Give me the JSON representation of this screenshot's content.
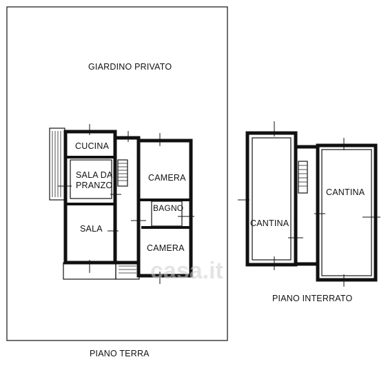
{
  "ground_floor": {
    "garden_label": "GIARDINO PRIVATO",
    "floor_label": "PIANO TERRA",
    "rooms": {
      "kitchen": "CUCINA",
      "dining_line1": "SALA DA",
      "dining_line2": "PRANZO",
      "living": "SALA",
      "bedroom_top": "CAMERA",
      "bathroom": "BAGNO",
      "bedroom_bottom": "CAMERA"
    }
  },
  "basement": {
    "floor_label": "PIANO INTERRATO",
    "rooms": {
      "cellar_left": "CANTINA",
      "cellar_right": "CANTINA"
    }
  },
  "watermark": "casa.it"
}
